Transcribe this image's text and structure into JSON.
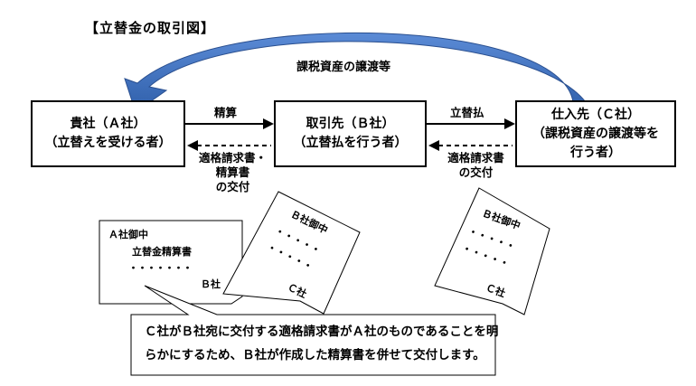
{
  "title": "【立替金の取引図】",
  "top_arrow_label": "課税資産の譲渡等",
  "boxes": {
    "a": {
      "line1": "貴社（Ａ社）",
      "line2": "（立替えを受ける者）"
    },
    "b": {
      "line1": "取引先（Ｂ社）",
      "line2": "（立替払を行う者）"
    },
    "c": {
      "line1": "仕入先（Ｃ社）",
      "line2": "（課税資産の譲渡等を",
      "line3": "行う者）"
    }
  },
  "arrows": {
    "seisan": "精算",
    "tatekaebarai": "立替払",
    "ab_return": {
      "line1": "適格請求書・",
      "line2": "精算書",
      "line3": "の交付"
    },
    "bc_return": {
      "line1": "適格請求書",
      "line2": "の交付"
    }
  },
  "documents": {
    "settlement": {
      "addressee": "Ａ社御中",
      "title": "立替金精算書",
      "dots": "・・・・・・・",
      "issuer": "Ｂ社"
    },
    "invoice_1": {
      "addressee": "Ｂ社御中",
      "dots": "・・・・・",
      "issuer": "Ｃ社"
    },
    "invoice_2": {
      "addressee": "Ｂ社御中",
      "dots": "・・・・・",
      "issuer": "Ｃ社"
    }
  },
  "callout": {
    "line1": "Ｃ社がＢ社宛に交付する適格請求書がＡ社のものであることを明",
    "line2": "らかにするため、Ｂ社が作成した精算書を併せて交付します。"
  },
  "colors": {
    "arrow_fill": "#3f6fbf",
    "arrow_edge": "#2a4f8f",
    "line": "#000000"
  }
}
